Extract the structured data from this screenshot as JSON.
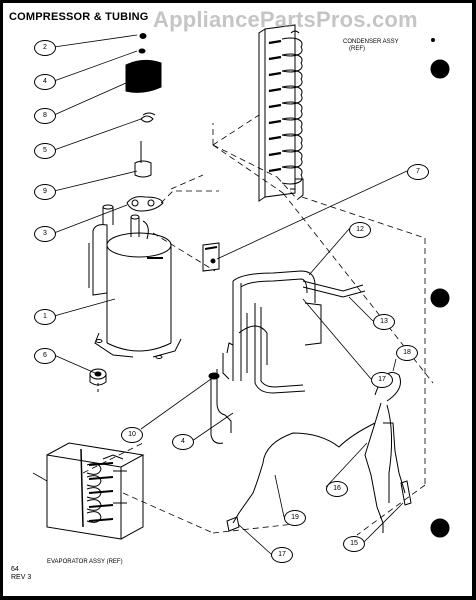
{
  "title": "COMPRESSOR & TUBING",
  "watermark": "AppliancePartsPros.com",
  "labels": {
    "condenser_line1": "CONDENSER ASSY",
    "condenser_line2": "(REF)",
    "evaporator": "EVAPORATOR ASSY (REF)",
    "page": "64",
    "revision": "REV 3"
  },
  "callouts": [
    "2",
    "4",
    "8",
    "5",
    "9",
    "3",
    "1",
    "6",
    "7",
    "12",
    "13",
    "17",
    "18",
    "10",
    "4",
    "16",
    "19",
    "17",
    "15"
  ],
  "colors": {
    "ink": "#000000",
    "paper": "#ffffff",
    "frame": "#000000",
    "watermark": "#969696"
  }
}
